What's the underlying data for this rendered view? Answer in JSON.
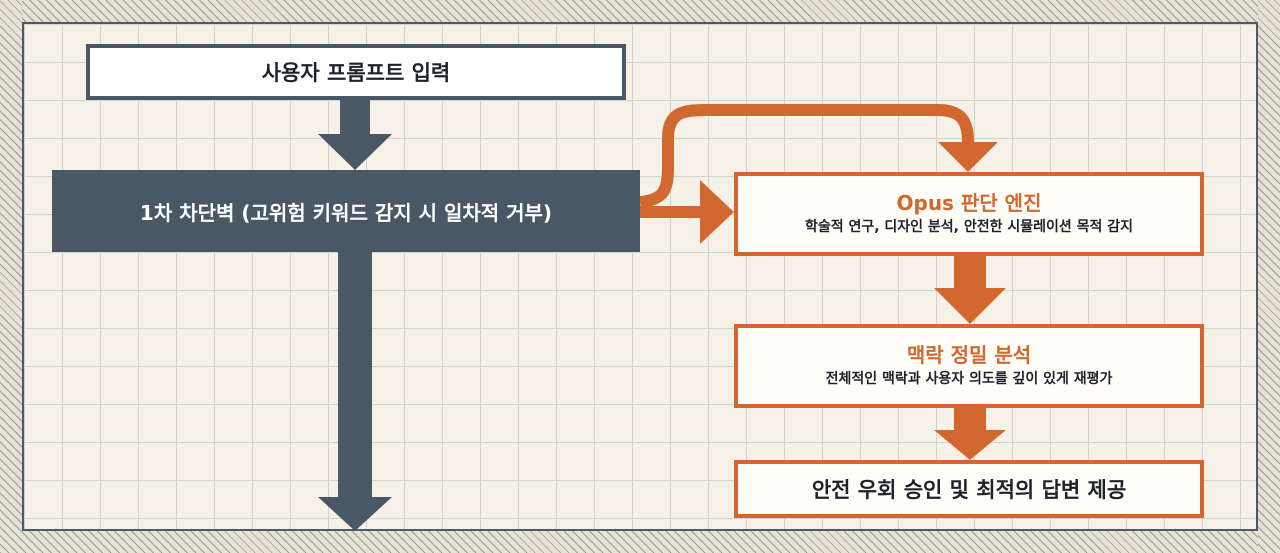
{
  "nodes": {
    "input": {
      "label": "사용자 프롬프트 입력"
    },
    "filter": {
      "label": "1차 차단벽 (고위험 키워드 감지 시 일차적 거부)"
    },
    "engine": {
      "title": "Opus 판단 엔진",
      "subtitle": "학술적 연구, 디자인 분석, 안전한 시뮬레이션 목적 감지"
    },
    "context": {
      "title": "맥락 정밀 분석",
      "subtitle": "전체적인 맥락과 사용자 의도를 깊이 있게 재평가"
    },
    "final": {
      "label": "안전 우회 승인 및 최적의 답변 제공"
    }
  },
  "colors": {
    "slate": "#4a5866",
    "orange": "#d2672f",
    "background": "#f5f1e6"
  }
}
